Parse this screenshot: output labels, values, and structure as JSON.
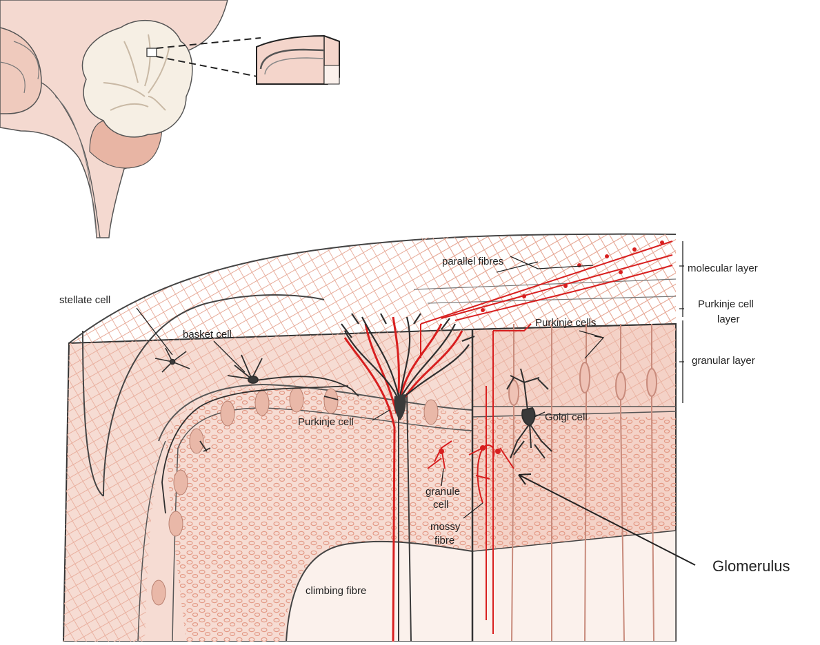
{
  "labels": {
    "parallel_fibres": "parallel fibres",
    "molecular_layer": "molecular layer",
    "purkinje_cell_layer_1": "Purkinje cell",
    "purkinje_cell_layer_2": "layer",
    "granular_layer": "granular layer",
    "purkinje_cells": "Purkinje cells",
    "stellate_cell": "stellate cell",
    "basket_cell": "basket cell",
    "purkinje_cell": "Purkinje cell",
    "golgi_cell": "Golgi cell",
    "granule_cell_1": "granule",
    "granule_cell_2": "cell",
    "mossy_fibre_1": "mossy",
    "mossy_fibre_2": "fibre",
    "climbing_fibre": "climbing fibre",
    "glomerulus": "Glomerulus"
  },
  "colors": {
    "tissue": "#f6dcd3",
    "tissue_dark": "#e9b8a8",
    "fibre_red": "#d81f1f",
    "cell_dark": "#3a3a3a",
    "granule_dots": "#e39a86",
    "white_matter": "#fbf1ec"
  }
}
